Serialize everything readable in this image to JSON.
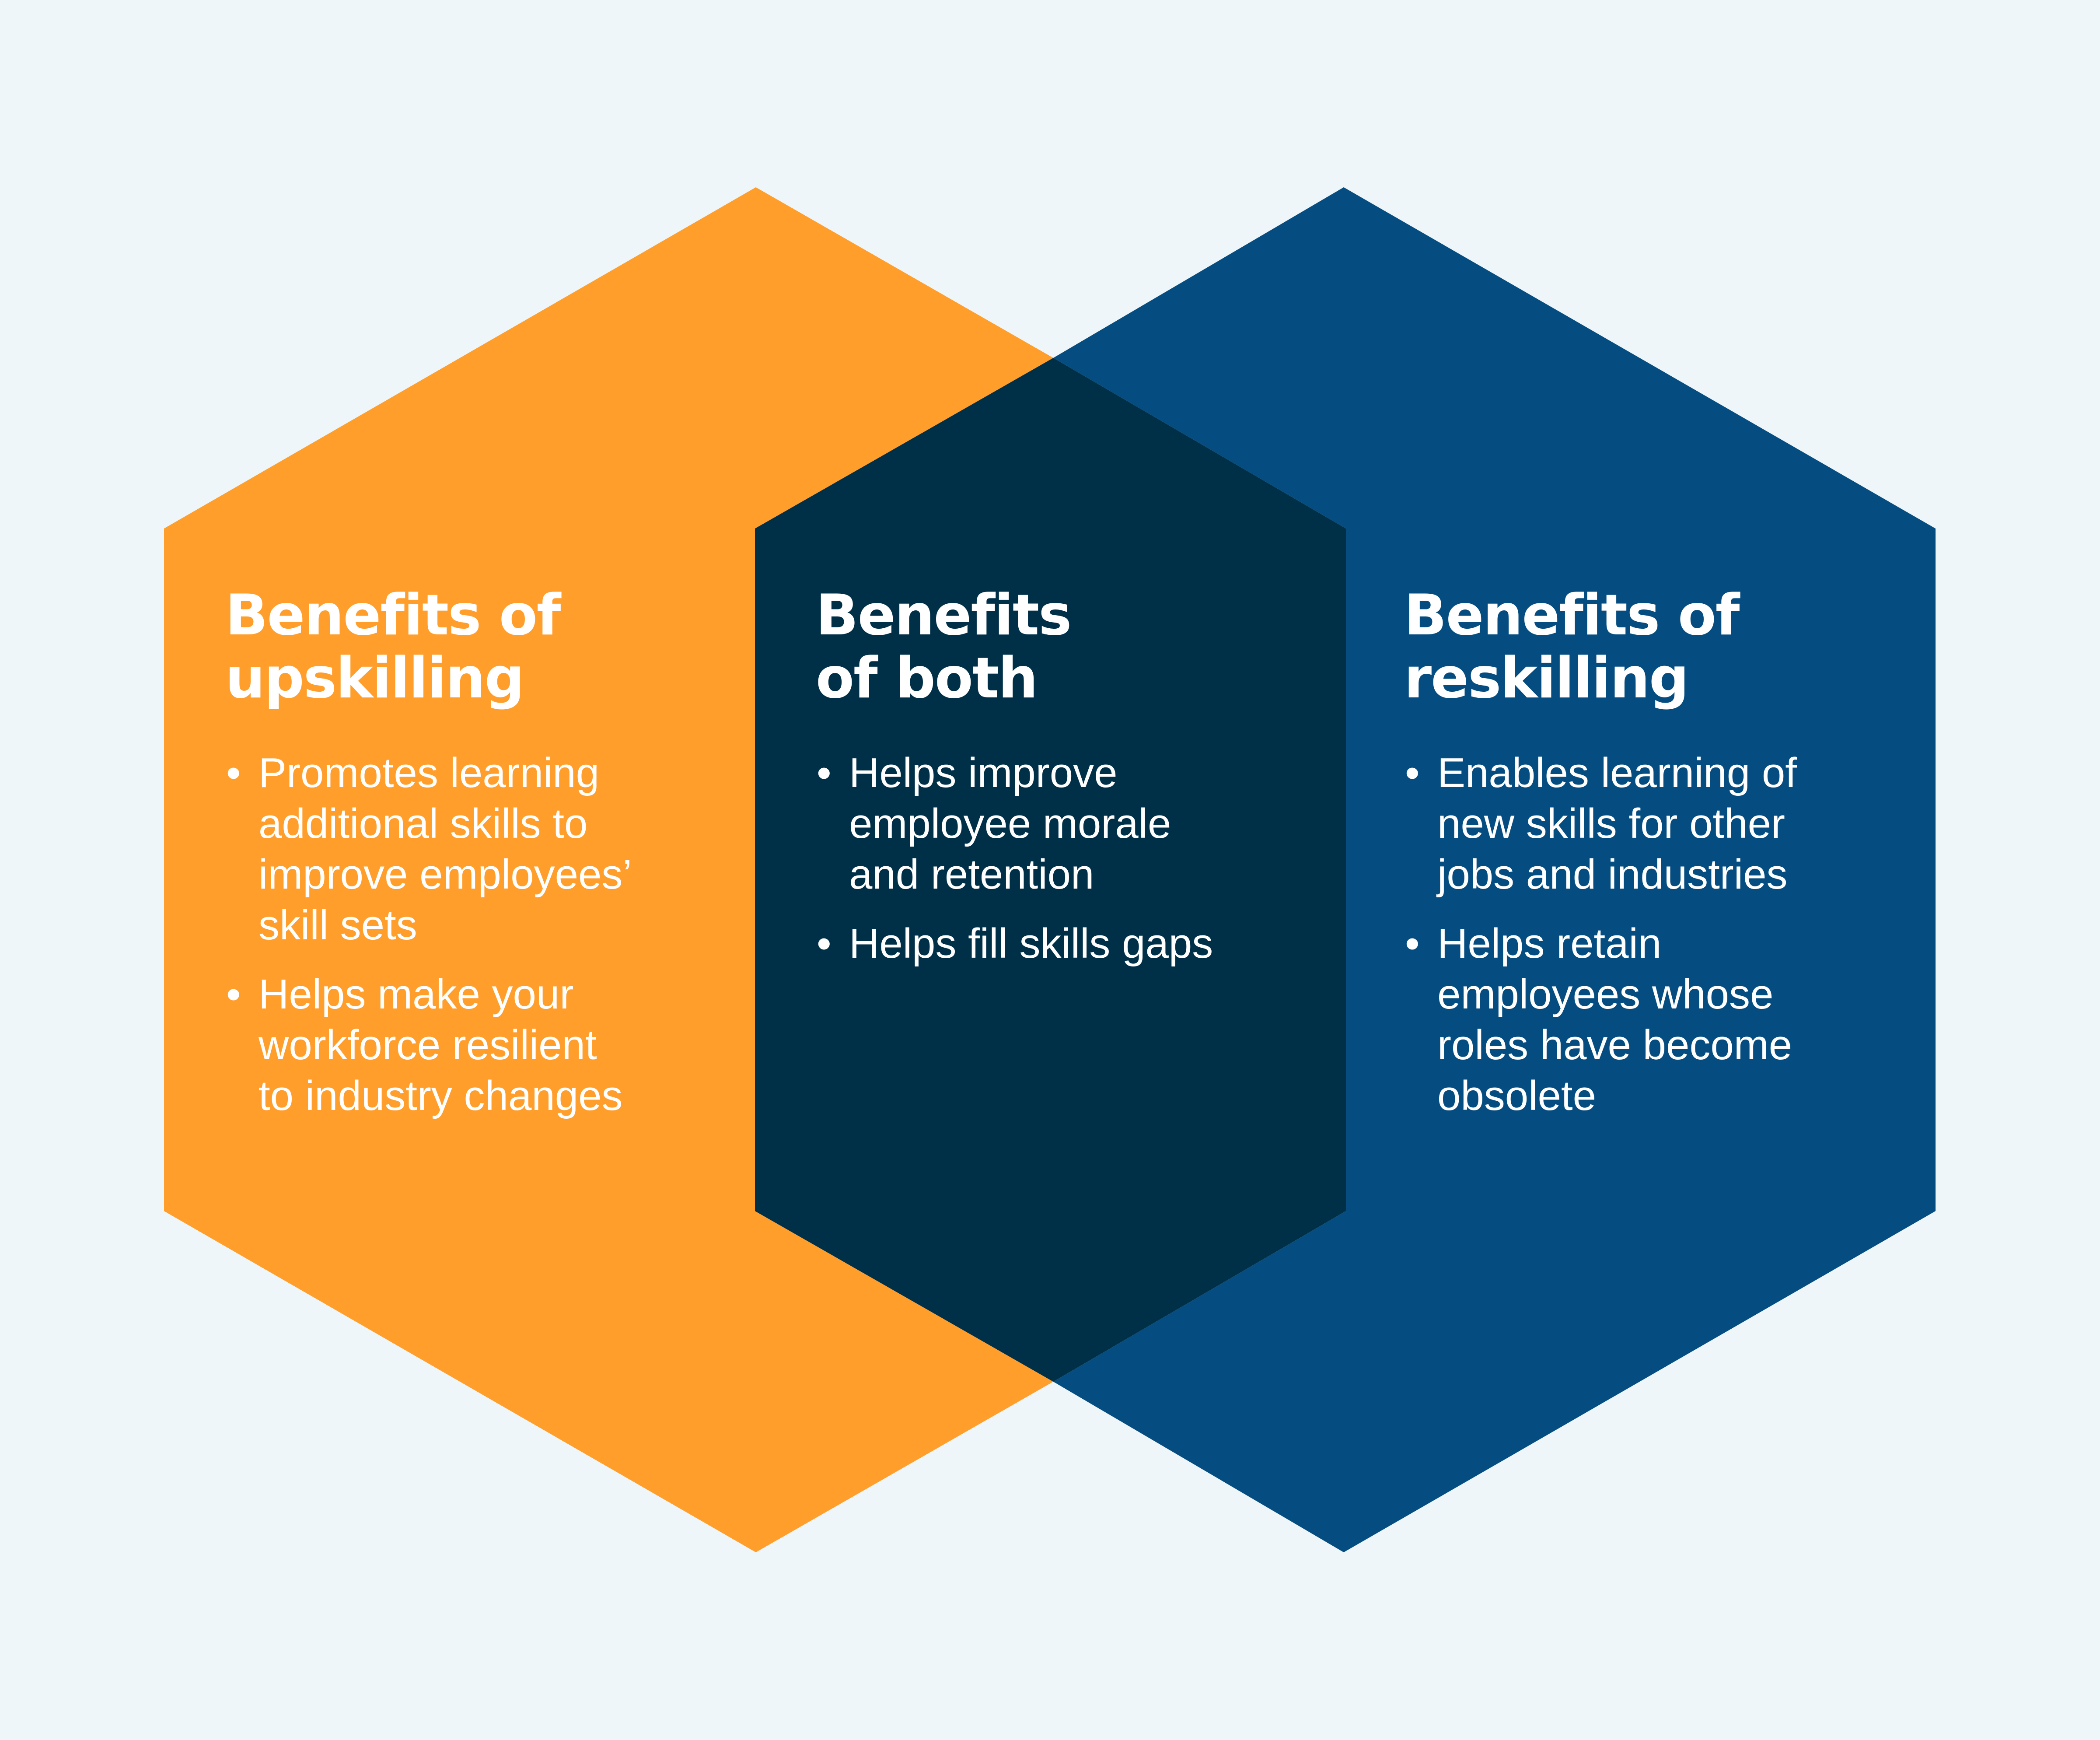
{
  "colors": {
    "background": "#EFF6F9",
    "upskilling_hexagon": "#FF9E2B",
    "reskilling_hexagon": "#054D80",
    "overlap_hexagon": "#002F48",
    "text": "#FFFFFF"
  },
  "panels": {
    "upskilling": {
      "title_lines": [
        "Benefits of",
        "upskilling"
      ],
      "bullets": [
        {
          "symbol": "•",
          "lines": [
            "Promotes learning",
            "additional skills to",
            "improve employees’",
            "skill sets"
          ]
        },
        {
          "symbol": "•",
          "lines": [
            "Helps make your",
            "workforce resilient",
            "to industry changes"
          ]
        }
      ]
    },
    "both": {
      "title_lines": [
        "Benefits",
        "of both"
      ],
      "bullets": [
        {
          "symbol": "•",
          "lines": [
            "Helps improve",
            "employee morale",
            "and retention"
          ]
        },
        {
          "symbol": "•",
          "lines": [
            "Helps fill skills gaps"
          ]
        }
      ]
    },
    "reskilling": {
      "title_lines": [
        "Benefits of",
        "reskilling"
      ],
      "bullets": [
        {
          "symbol": "•",
          "lines": [
            "Enables learning of",
            "new skills for other",
            "jobs and industries"
          ]
        },
        {
          "symbol": "•",
          "lines": [
            "Helps retain",
            "employees whose",
            "roles have become",
            "obsolete"
          ]
        }
      ]
    }
  }
}
